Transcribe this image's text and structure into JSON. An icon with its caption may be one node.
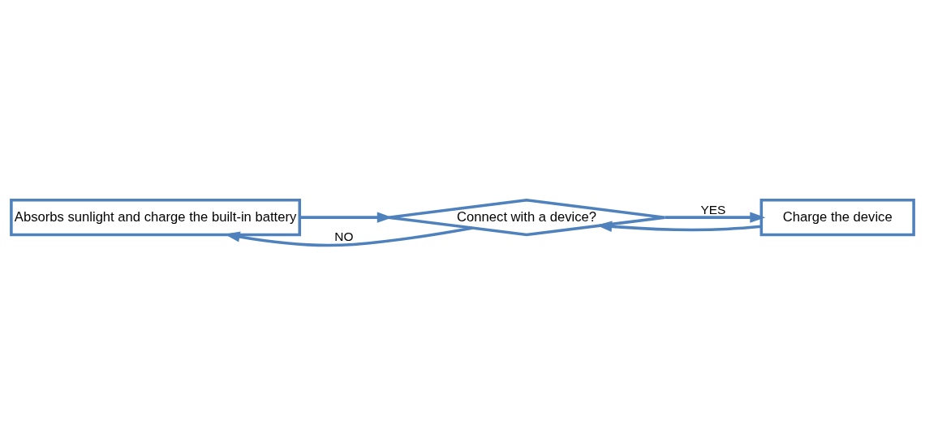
{
  "diagram": {
    "nodes": [
      {
        "text": [
          "Absorbs sunlight and charge the built-in battery"
        ]
      },
      {
        "text": [
          "Connect with a device?"
        ]
      },
      {
        "text": [
          "Charge the device"
        ]
      }
    ],
    "edges": [
      {
        "from": 0,
        "to": 1,
        "arrow": "to"
      },
      {
        "from": 1,
        "to": 0,
        "arrow": "to",
        "label": "NO"
      },
      {
        "from": 1,
        "to": 2,
        "arrow": "to",
        "label": "YES"
      },
      {
        "from": 2,
        "to": 1,
        "arrow": "to"
      }
    ]
  }
}
